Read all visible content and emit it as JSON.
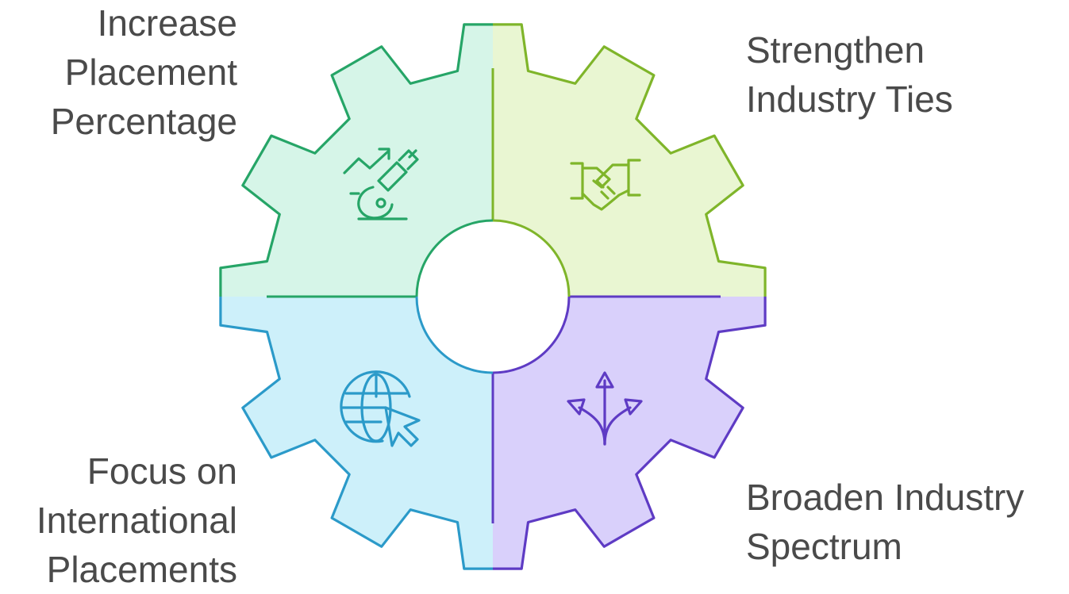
{
  "segments": [
    {
      "id": "top-left",
      "label_lines": [
        "Increase",
        "Placement",
        "Percentage"
      ],
      "icon": "growth-microscope-icon",
      "fill": "#d6f5e8",
      "stroke": "#26a567"
    },
    {
      "id": "top-right",
      "label_lines": [
        "Strengthen",
        "Industry Ties"
      ],
      "icon": "handshake-icon",
      "fill": "#e9f6d2",
      "stroke": "#7fb52a"
    },
    {
      "id": "bottom-left",
      "label_lines": [
        "Focus on",
        "International",
        "Placements"
      ],
      "icon": "globe-cursor-icon",
      "fill": "#cdf0fa",
      "stroke": "#2b9ac9"
    },
    {
      "id": "bottom-right",
      "label_lines": [
        "Broaden Industry",
        "Spectrum"
      ],
      "icon": "branching-arrows-icon",
      "fill": "#d9d0fb",
      "stroke": "#5e3bc4"
    }
  ]
}
